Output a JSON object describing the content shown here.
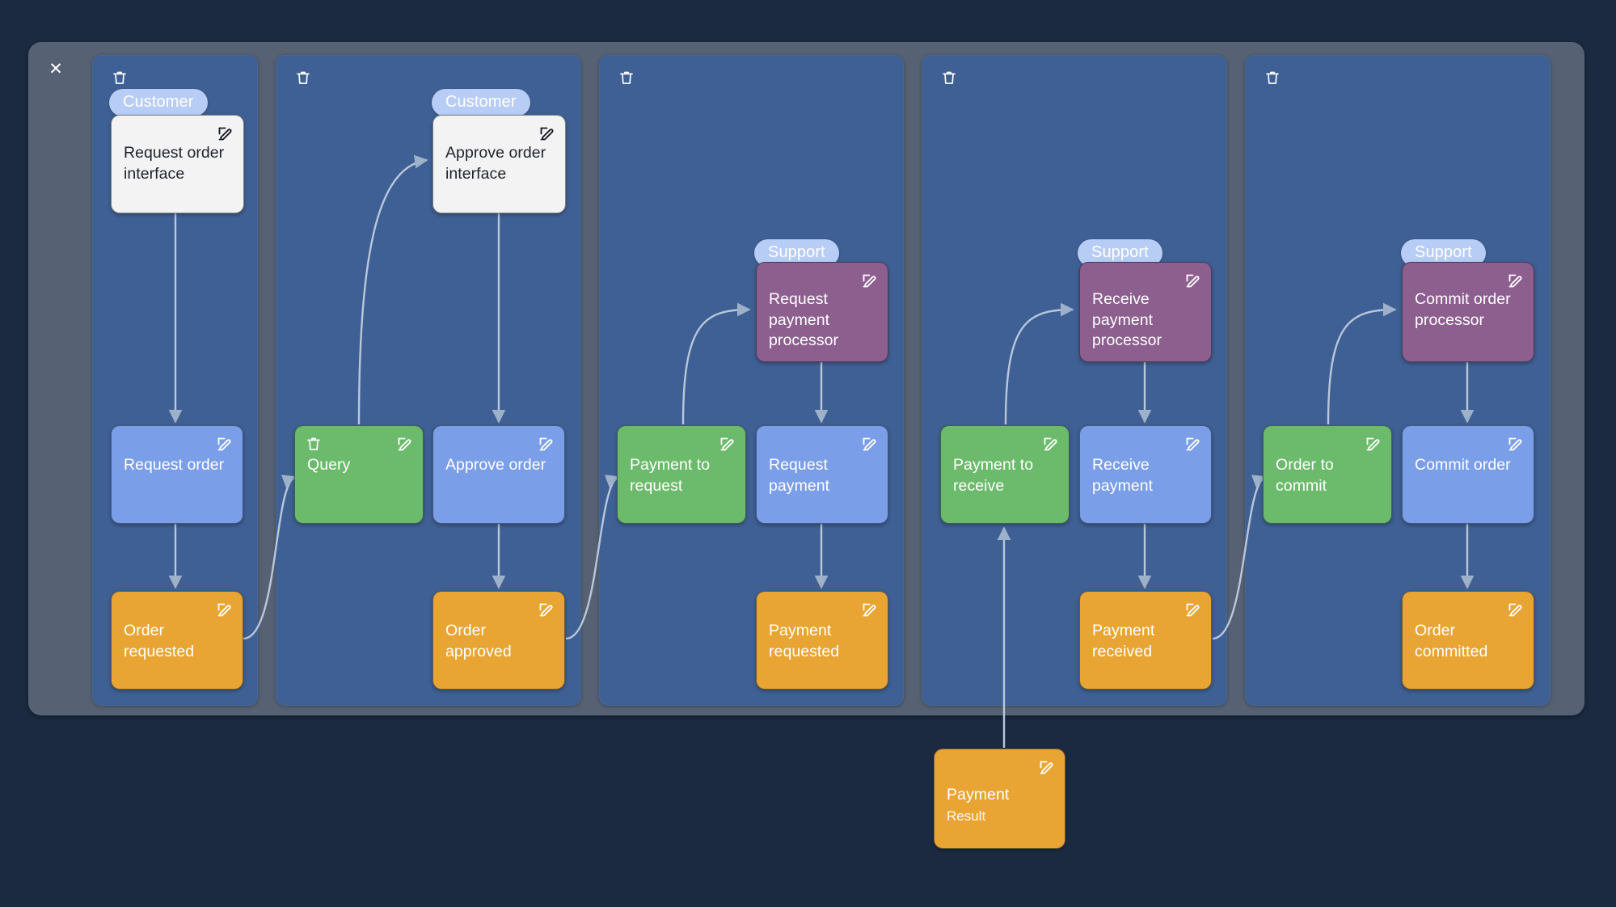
{
  "app": {
    "background_color": "#1b2a41",
    "board_color": "#566173",
    "lane_color": "#3f6094",
    "close_label": "✕"
  },
  "palette": {
    "white": "#f3f3f3",
    "blue": "#7b9ee8",
    "green": "#6cbb6c",
    "orange": "#e8a534",
    "purple": "#8c5f8f",
    "badge": "#b8cdf5",
    "edge": "#b9c7dc"
  },
  "icons": {
    "close": "close-icon",
    "trash": "trash-icon",
    "edit": "edit-icon"
  },
  "lanes": [
    {
      "id": "lane-1",
      "trash": "trash-icon",
      "badge": "Customer",
      "cards": [
        {
          "id": "request-order-interface",
          "title": "Request order interface",
          "color": "white",
          "icons": [
            "edit"
          ]
        },
        {
          "id": "request-order",
          "title": "Request order",
          "color": "blue",
          "icons": [
            "edit"
          ]
        },
        {
          "id": "order-requested",
          "title": "Order requested",
          "color": "orange",
          "icons": [
            "edit"
          ]
        }
      ]
    },
    {
      "id": "lane-2",
      "trash": "trash-icon",
      "badge": "Customer",
      "cards": [
        {
          "id": "approve-order-interface",
          "title": "Approve order interface",
          "color": "white",
          "icons": [
            "edit"
          ]
        },
        {
          "id": "query",
          "title": "Query",
          "color": "green",
          "icons": [
            "trash",
            "edit"
          ]
        },
        {
          "id": "approve-order",
          "title": "Approve order",
          "color": "blue",
          "icons": [
            "edit"
          ]
        },
        {
          "id": "order-approved",
          "title": "Order approved",
          "color": "orange",
          "icons": [
            "edit"
          ]
        }
      ]
    },
    {
      "id": "lane-3",
      "trash": "trash-icon",
      "badge": "Support",
      "cards": [
        {
          "id": "request-payment-processor",
          "title": "Request payment processor",
          "color": "purple",
          "icons": [
            "edit"
          ]
        },
        {
          "id": "payment-to-request",
          "title": "Payment to request",
          "color": "green",
          "icons": [
            "edit"
          ]
        },
        {
          "id": "request-payment",
          "title": "Request payment",
          "color": "blue",
          "icons": [
            "edit"
          ]
        },
        {
          "id": "payment-requested",
          "title": "Payment requested",
          "color": "orange",
          "icons": [
            "edit"
          ]
        }
      ]
    },
    {
      "id": "lane-4",
      "trash": "trash-icon",
      "badge": "Support",
      "cards": [
        {
          "id": "receive-payment-processor",
          "title": "Receive payment processor",
          "color": "purple",
          "icons": [
            "edit"
          ]
        },
        {
          "id": "payment-to-receive",
          "title": "Payment to receive",
          "color": "green",
          "icons": [
            "edit"
          ]
        },
        {
          "id": "receive-payment",
          "title": "Receive payment",
          "color": "blue",
          "icons": [
            "edit"
          ]
        },
        {
          "id": "payment-received",
          "title": "Payment received",
          "color": "orange",
          "icons": [
            "edit"
          ]
        }
      ]
    },
    {
      "id": "lane-5",
      "trash": "trash-icon",
      "badge": "Support",
      "cards": [
        {
          "id": "commit-order-processor",
          "title": "Commit order processor",
          "color": "purple",
          "icons": [
            "edit"
          ]
        },
        {
          "id": "order-to-commit",
          "title": "Order to commit",
          "color": "green",
          "icons": [
            "edit"
          ]
        },
        {
          "id": "commit-order",
          "title": "Commit order",
          "color": "blue",
          "icons": [
            "edit"
          ]
        },
        {
          "id": "order-committed",
          "title": "Order committed",
          "color": "orange",
          "icons": [
            "edit"
          ]
        }
      ]
    }
  ],
  "detached_card": {
    "id": "payment-result",
    "title": "Payment",
    "subtitle": "Result",
    "color": "orange",
    "icons": [
      "edit"
    ]
  }
}
